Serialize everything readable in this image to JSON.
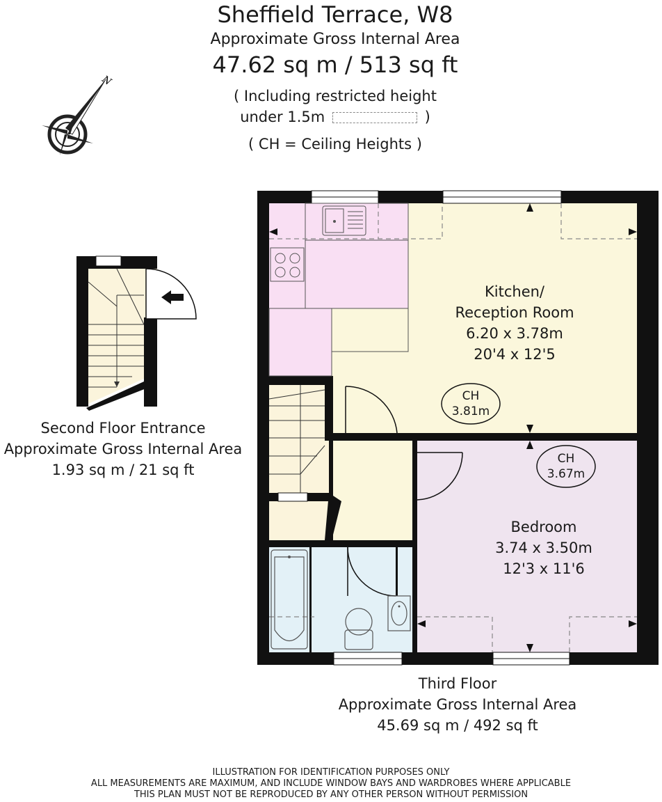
{
  "header": {
    "title": "Sheffield Terrace, W8",
    "subtitle": "Approximate Gross Internal Area",
    "total_area": "47.62 sq m  /  513 sq ft"
  },
  "notes": {
    "line1": "( Including restricted height",
    "line2_prefix": "under 1.5m",
    "line2_suffix": ")",
    "line3": "( CH = Ceiling Heights )"
  },
  "compass": {
    "label": "N",
    "icon": "compass-rose-icon"
  },
  "second_floor": {
    "name": "Second Floor Entrance",
    "area_label": "Approximate Gross Internal Area",
    "area": "1.93 sq m  /  21 sq ft"
  },
  "third_floor": {
    "name": "Third Floor",
    "area_label": "Approximate Gross Internal Area",
    "area": "45.69 sq m  /  492 sq ft"
  },
  "rooms": {
    "kitchen": {
      "name_line1": "Kitchen/",
      "name_line2": "Reception Room",
      "metric": "6.20 x 3.78m",
      "imperial": "20'4 x 12'5",
      "ch_label": "CH",
      "ch_value": "3.81m"
    },
    "bedroom": {
      "name": "Bedroom",
      "metric": "3.74 x 3.50m",
      "imperial": "12'3 x 11'6",
      "ch_label": "CH",
      "ch_value": "3.67m"
    }
  },
  "disclaimer": {
    "line1": "ILLUSTRATION FOR IDENTIFICATION PURPOSES ONLY",
    "line2": "ALL MEASUREMENTS ARE MAXIMUM, AND INCLUDE WINDOW BAYS AND WARDROBES WHERE APPLICABLE",
    "line3": "THIS PLAN MUST NOT BE REPRODUCED BY ANY OTHER PERSON WITHOUT PERMISSION"
  },
  "colors": {
    "wall": "#111111",
    "kitchen_pink": "#f9dff3",
    "reception_yellow": "#fbf7dc",
    "bedroom_lilac": "#efe4ef",
    "bathroom_blue": "#e3f1f7",
    "stair_cream": "#fbf4dc"
  }
}
